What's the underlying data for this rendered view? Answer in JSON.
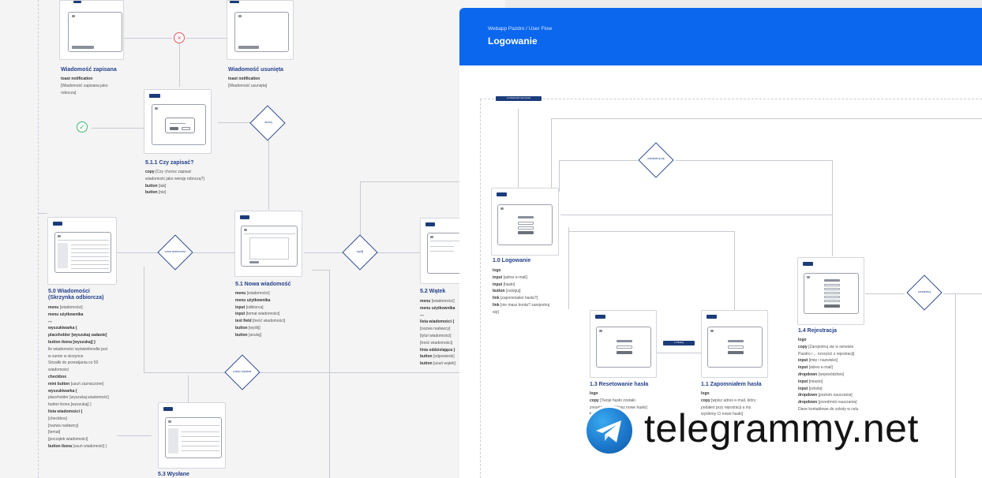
{
  "panel": {
    "crumb": "Webapp Pazdro / User Flow",
    "title": "Logowanie"
  },
  "nodes": {
    "saved": {
      "title": "Wiadomość zapisana",
      "lines": [
        "<b>toast notification</b>",
        "[Wiadomość zapisana jako",
        "robocza]"
      ]
    },
    "removed": {
      "title": "Wiadomość usunięta",
      "lines": [
        "<b>toast notification</b>",
        "[Wiadomość usunięta]"
      ]
    },
    "confirm": {
      "title": "5.1.1 Czy zapisać?",
      "lines": [
        "<b>copy</b> [Czy chcesz zapisać",
        "wiadomość jako wersję roboczą?]",
        "<b>button</b> [tak]",
        "<b>button</b> [nie]"
      ]
    },
    "inbox": {
      "title": "5.0 Wiadomości",
      "title2": "(Skrzynka odbiorcza)",
      "lines": [
        "<b>menu</b> [wiadomości]",
        "<b>menu użytkownika</b>",
        "<b>---</b>",
        "<b>wyszukiwarka {</b>",
        "<b>placeholder [wyszukaj zadanie]</b>",
        "<b>button ikona [wyszukaj] }</b>",
        "lle wiadomości wyświetlonelle jest",
        "w sumie w skrzynce",
        "Strzałki do przewijania co 50",
        "wiadomości",
        "<b>checkbox</b>",
        "<b>mini button</b> [usuń zaznaczone]",
        "<b>wyszukiwarka {</b>",
        "placeholder [wyszukaj wiadomość]",
        "button ikona [wyszukaj] }",
        "<b>lista wiadomości {</b>",
        "[checkbox]",
        "[nazwa nadawcy]",
        "[temat]",
        "[początek wiadomości]",
        "<b>button ikona</b> [usuń wiadomość] }"
      ]
    },
    "new": {
      "title": "5.1 Nowa wiadomość",
      "lines": [
        "<b>menu</b> [wiadomości]",
        "<b>menu użytkownika</b>",
        "<b>input</b> [odbiorca]",
        "<b>input</b> [temat wiadomości]",
        "<b>text field</b> [treść wiadomości]",
        "<b>button</b> [wyślij]",
        "<b>button</b> [anuluj]"
      ]
    },
    "thread": {
      "title": "5.2 Wątek",
      "lines": [
        "<b>menu</b> [wiadomości]",
        "<b>menu użytkownika</b>",
        "<b>---</b>",
        "<b>lista wiadomości {</b>",
        "[nazwa nadawcy]",
        "[tytuł wiadomości]",
        "[treść wiadomości]",
        "<b>linia oddzielająca }</b>",
        "<b>button</b> [odpowiedz]",
        "<b>button</b> [usuń wątek]"
      ]
    },
    "sent": {
      "title": "5.3 Wysłane"
    },
    "login": {
      "title": "1.0 Logowanie",
      "lines": [
        "<b>logo</b>",
        "<b>input</b> [adres e-mail]",
        "<b>input</b> [hasło]",
        "<b>button</b> [zaloguj]",
        "<b>link</b> [zapomniałeś hasła?]",
        "<b>link</b> [nie masz konta? zarejestruj",
        "się]"
      ]
    },
    "reset": {
      "title": "1.3 Resetowanie hasła",
      "lines": [
        "<b>logo</b>",
        "<b>copy</b> [Twoje hasło zostało",
        "zresetowane. Wpisz nowe hasło]",
        "<b>input</b> [nowe hasło]",
        "<b>button</b> [zmień]"
      ]
    },
    "forgot": {
      "title": "1.1 Zapomniałem hasła",
      "lines": [
        "<b>logo</b>",
        "<b>copy</b> [wpisz adres e-mail, który",
        "podałeś przy rejestracji a my",
        "wyślemy Ci nowe hasło]"
      ]
    },
    "register": {
      "title": "1.4 Rejestracja",
      "lines": [
        "<b>logo</b>",
        "<b>copy</b> [Zarejestruj się w serwisie",
        "Pazdro i ... korzyści z rejestracji]",
        "<b>input</b> [imię i nazwisko]",
        "<b>input</b> [adres e-mail]",
        "<b>dropdown</b> [województwo]",
        "<b>input</b> [miasto]",
        "<b>input</b> [szkoła]",
        "<b>dropdown</b> [poziom nauczania]",
        "<b>dropdown</b> [przedmiot nauczania]",
        "Dane kontaktowe do szkoły w celu"
      ]
    }
  },
  "decisions": {
    "d1": "anuluj",
    "d2": "nowa wiadomość",
    "d3": "wyślij",
    "d4": "pokaż wysłane",
    "d5": "zarejestruj się",
    "d6": "zarejestruj"
  },
  "pills": {
    "dashboard": "2.0 Dashboard nauczyciela",
    "email": "1.2 Mailing"
  },
  "watermark": {
    "text": "telegrammy.net"
  }
}
